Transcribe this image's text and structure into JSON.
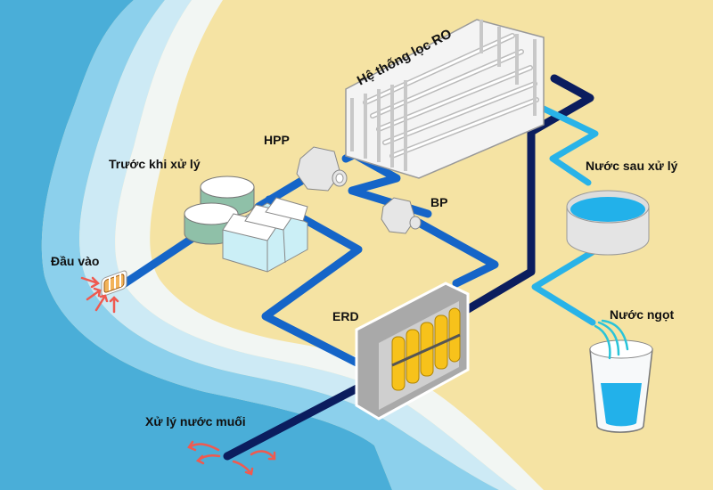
{
  "title": "Reverse osmosis seawater desalination process",
  "colors": {
    "sand": "#f5e3a3",
    "sea_deep": "#4aaed8",
    "sea_mid": "#8cd0ec",
    "sea_light": "#cdeaf5",
    "foam": "#f2f6f3",
    "feed_pipe": "#1565c8",
    "brine_pipe": "#0b1d5e",
    "product_pipe": "#29b3e8",
    "equipment": "#e6e6e6",
    "erd_cartridge": "#f7c21b",
    "arrow": "#ef5a50"
  },
  "labels": {
    "intake": "Đầu vào",
    "pretreatment": "Trước khi xử lý",
    "hpp": "HPP",
    "ro_system": "Hệ thống lọc RO",
    "bp": "BP",
    "erd": "ERD",
    "product_tank": "Nước sau xử lý",
    "fresh_water": "Nước ngọt",
    "brine_discharge": "Xử lý nước muối"
  },
  "nodes": [
    {
      "id": "intake",
      "label_key": "intake",
      "icon": "intake-screen-icon"
    },
    {
      "id": "pretreatment",
      "label_key": "pretreatment",
      "icon": "treatment-tanks-icon"
    },
    {
      "id": "hpp",
      "label_key": "hpp",
      "icon": "pump-icon"
    },
    {
      "id": "ro",
      "label_key": "ro_system",
      "icon": "ro-membrane-rack-icon"
    },
    {
      "id": "bp",
      "label_key": "bp",
      "icon": "pump-icon"
    },
    {
      "id": "erd",
      "label_key": "erd",
      "icon": "energy-recovery-device-icon"
    },
    {
      "id": "tank",
      "label_key": "product_tank",
      "icon": "storage-tank-icon"
    },
    {
      "id": "glass",
      "label_key": "fresh_water",
      "icon": "water-glass-icon"
    },
    {
      "id": "outfall",
      "label_key": "brine_discharge",
      "icon": "discharge-arrows-icon"
    }
  ],
  "flows": [
    {
      "from": "intake",
      "to": "pretreatment",
      "type": "feed"
    },
    {
      "from": "pretreatment",
      "to": "hpp",
      "type": "feed"
    },
    {
      "from": "pretreatment",
      "to": "erd",
      "type": "feed"
    },
    {
      "from": "hpp",
      "to": "ro",
      "type": "feed"
    },
    {
      "from": "erd",
      "to": "bp",
      "type": "feed"
    },
    {
      "from": "bp",
      "to": "ro",
      "type": "feed"
    },
    {
      "from": "ro",
      "to": "erd",
      "type": "brine"
    },
    {
      "from": "erd",
      "to": "outfall",
      "type": "brine"
    },
    {
      "from": "ro",
      "to": "tank",
      "type": "product"
    },
    {
      "from": "tank",
      "to": "glass",
      "type": "product"
    }
  ]
}
